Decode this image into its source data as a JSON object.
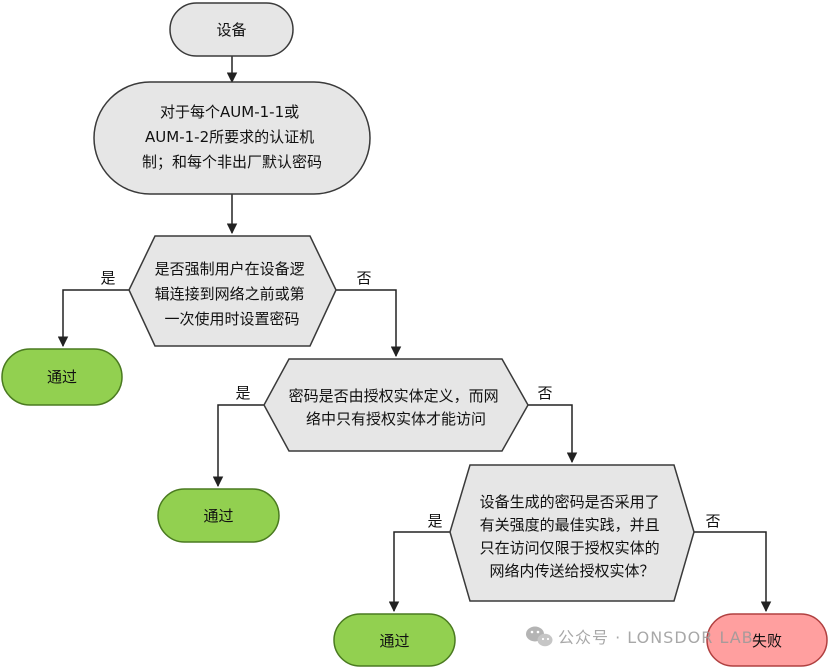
{
  "colors": {
    "node_fill": "#e6e6e6",
    "node_stroke": "#3a3a3a",
    "pass_fill": "#92d050",
    "pass_stroke": "#4a7a20",
    "fail_fill": "#ff9f9f",
    "fail_stroke": "#b04040",
    "edge": "#222222",
    "text": "#111111",
    "watermark": "#9a9a9a"
  },
  "nodes": {
    "start": {
      "text": "设备"
    },
    "requirement": {
      "lines": [
        "对于每个AUM-1-1或",
        "AUM-1-2所要求的认证机",
        "制；和每个非出厂默认密码"
      ]
    },
    "decision1": {
      "lines": [
        "是否强制用户在设备逻",
        "辑连接到网络之前或第",
        "一次使用时设置密码"
      ]
    },
    "decision2": {
      "lines": [
        "密码是否由授权实体定义，而网",
        "络中只有授权实体才能访问"
      ]
    },
    "decision3": {
      "lines": [
        "设备生成的密码是否采用了",
        "有关强度的最佳实践，并且",
        "只在访问仅限于授权实体的",
        "网络内传送给授权实体？"
      ]
    },
    "pass1": {
      "text": "通过"
    },
    "pass2": {
      "text": "通过"
    },
    "pass3": {
      "text": "通过"
    },
    "fail": {
      "text": "失败"
    }
  },
  "edge_labels": {
    "d1_yes": "是",
    "d1_no": "否",
    "d2_yes": "是",
    "d2_no": "否",
    "d3_yes": "是",
    "d3_no": "否"
  },
  "watermark": {
    "icon": "wechat-icon",
    "text": "公众号 · LONSDOR LAB"
  }
}
